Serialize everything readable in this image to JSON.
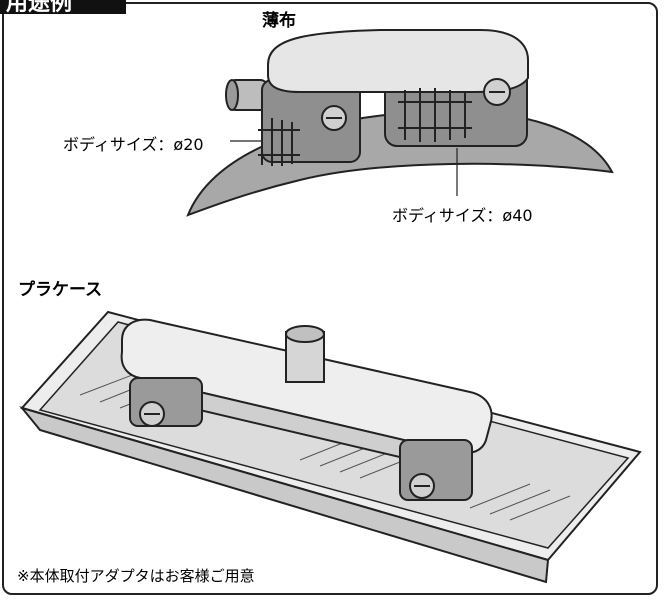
{
  "header_tag": "用途例",
  "top_section": {
    "title": "薄布",
    "callout_small": "ボディサイズ：ø20",
    "callout_large": "ボディサイズ：ø40"
  },
  "bottom_section": {
    "title": "プラケース"
  },
  "footnote": "※本体取付アダプタはお客様ご用意"
}
